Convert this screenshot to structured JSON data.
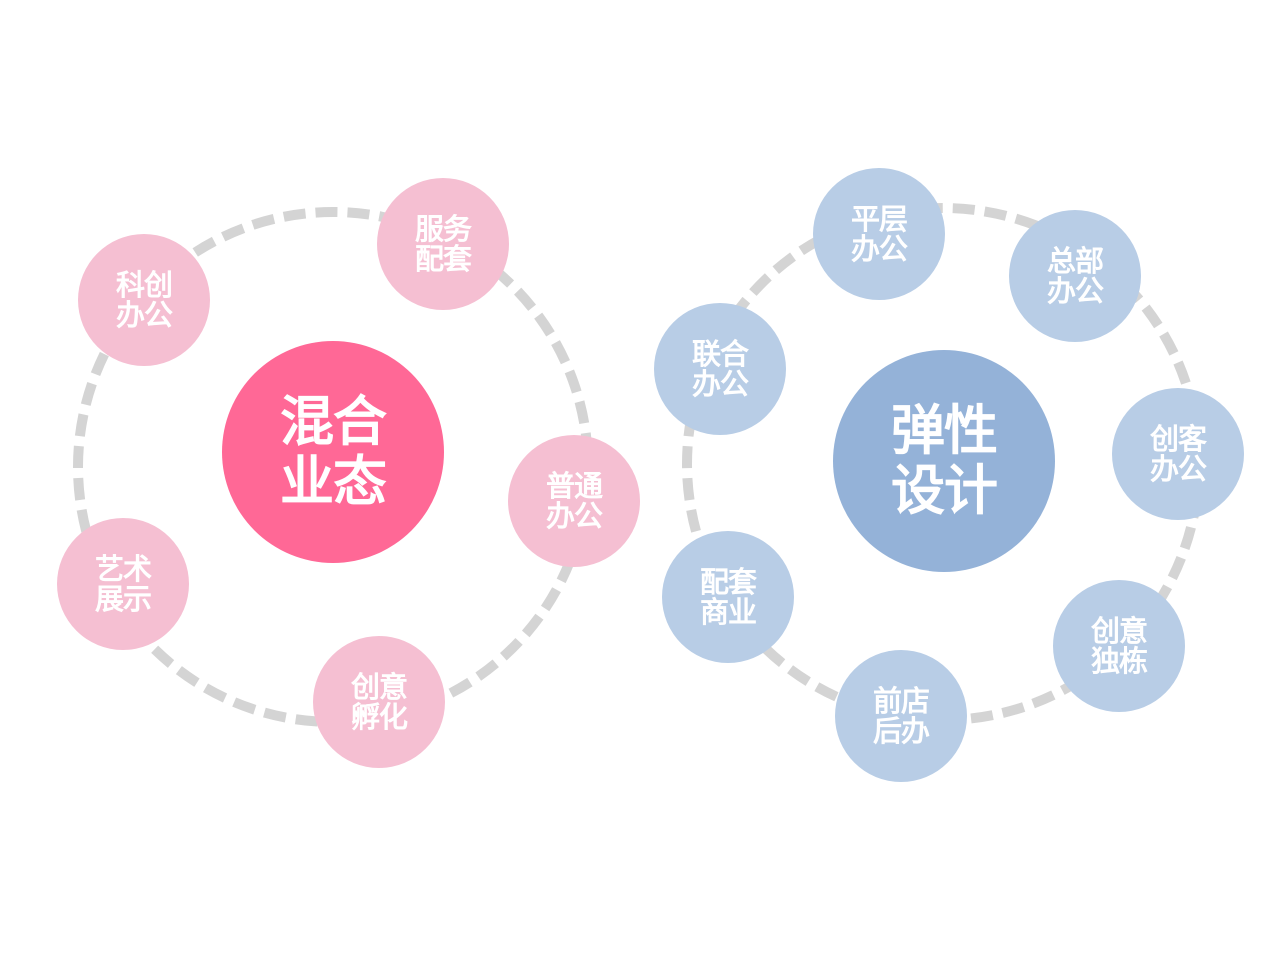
{
  "colors": {
    "ring": "#d4d4d4",
    "left_center": "#ff6896",
    "left_satellite": "#f5bfd2",
    "right_center": "#94b2d8",
    "right_satellite": "#b8cde6",
    "text": "#ffffff"
  },
  "left_cluster": {
    "center": {
      "line1": "混合",
      "line2": "业态"
    },
    "satellites": [
      {
        "line1": "服务",
        "line2": "配套"
      },
      {
        "line1": "科创",
        "line2": "办公"
      },
      {
        "line1": "普通",
        "line2": "办公"
      },
      {
        "line1": "艺术",
        "line2": "展示"
      },
      {
        "line1": "创意",
        "line2": "孵化"
      }
    ]
  },
  "right_cluster": {
    "center": {
      "line1": "弹性",
      "line2": "设计"
    },
    "satellites": [
      {
        "line1": "平层",
        "line2": "办公"
      },
      {
        "line1": "总部",
        "line2": "办公"
      },
      {
        "line1": "联合",
        "line2": "办公"
      },
      {
        "line1": "创客",
        "line2": "办公"
      },
      {
        "line1": "配套",
        "line2": "商业"
      },
      {
        "line1": "创意",
        "line2": "独栋"
      },
      {
        "line1": "前店",
        "line2": "后办"
      }
    ]
  }
}
